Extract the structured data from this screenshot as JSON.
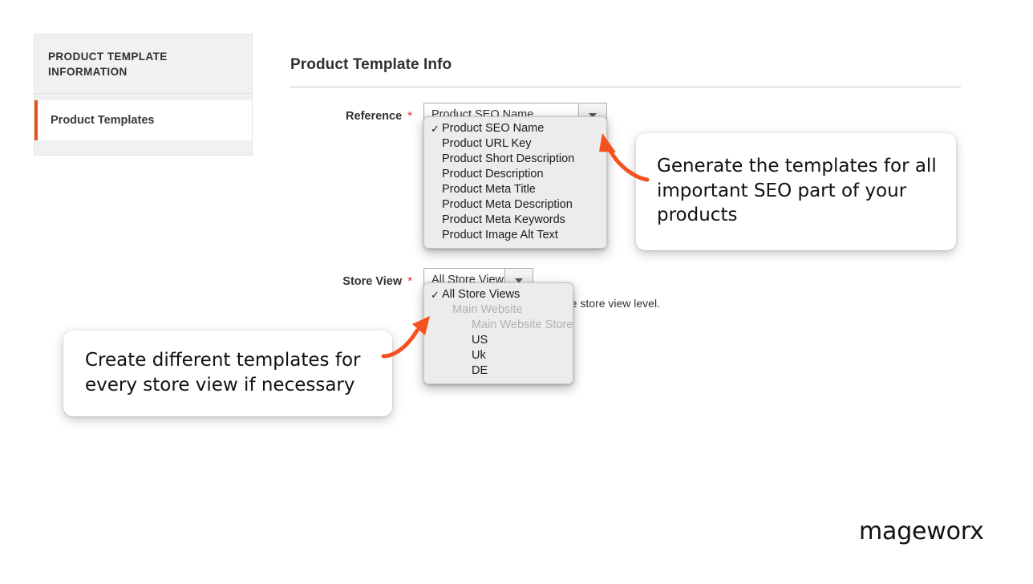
{
  "sidebar": {
    "heading": "PRODUCT TEMPLATE INFORMATION",
    "items": [
      {
        "label": "Product Templates",
        "active": true
      }
    ],
    "accent_color": "#e8531a"
  },
  "main": {
    "page_title": "Product Template Info",
    "fields": [
      {
        "label": "Reference",
        "required_marker": "*",
        "value": "Product SEO Name"
      },
      {
        "label": "Store View",
        "required_marker": "*",
        "value": "All Store Views",
        "note": "the store view level."
      }
    ]
  },
  "dropdowns": {
    "reference": {
      "options": [
        {
          "label": "Product SEO Name",
          "checked": true,
          "disabled": false,
          "indent": 0
        },
        {
          "label": "Product URL Key",
          "checked": false,
          "disabled": false,
          "indent": 0
        },
        {
          "label": "Product Short Description",
          "checked": false,
          "disabled": false,
          "indent": 0
        },
        {
          "label": "Product Description",
          "checked": false,
          "disabled": false,
          "indent": 0
        },
        {
          "label": "Product Meta Title",
          "checked": false,
          "disabled": false,
          "indent": 0
        },
        {
          "label": "Product Meta Description",
          "checked": false,
          "disabled": false,
          "indent": 0
        },
        {
          "label": "Product Meta Keywords",
          "checked": false,
          "disabled": false,
          "indent": 0
        },
        {
          "label": "Product Image Alt Text",
          "checked": false,
          "disabled": false,
          "indent": 0
        }
      ]
    },
    "store_view": {
      "options": [
        {
          "label": "All Store Views",
          "checked": true,
          "disabled": false,
          "indent": 0
        },
        {
          "label": "Main Website",
          "checked": false,
          "disabled": true,
          "indent": 1
        },
        {
          "label": "Main Website Store",
          "checked": false,
          "disabled": true,
          "indent": 2
        },
        {
          "label": "US",
          "checked": false,
          "disabled": false,
          "indent": 2
        },
        {
          "label": "Uk",
          "checked": false,
          "disabled": false,
          "indent": 2
        },
        {
          "label": "DE",
          "checked": false,
          "disabled": false,
          "indent": 2
        }
      ]
    },
    "check_glyph": "✓"
  },
  "callouts": [
    {
      "text": "Generate the templates for all important SEO part of your products"
    },
    {
      "text": "Create different templates for every store view if necessary"
    }
  ],
  "brand": {
    "logo_text": "mageworx",
    "arrow_color": "#f4511e"
  }
}
